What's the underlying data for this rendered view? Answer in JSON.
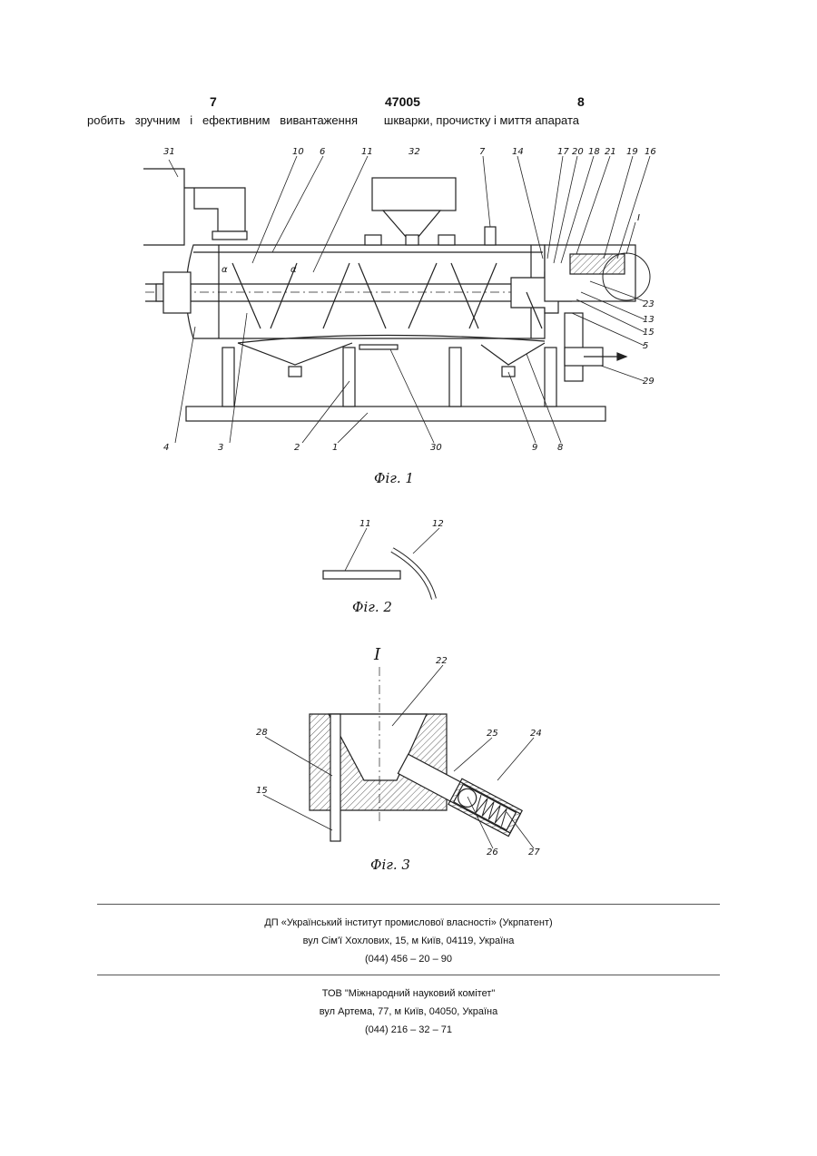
{
  "header": {
    "left_page": "7",
    "patent_no": "47005",
    "right_page": "8",
    "intro_text": "робить   зручним   і   ефективним   вивантаження        шкварки, прочистку і миття апарата"
  },
  "figures": {
    "fig1": {
      "caption": "Фіг. 1",
      "labels": [
        "31",
        "10",
        "6",
        "11",
        "32",
        "7",
        "14",
        "17",
        "20",
        "18",
        "21",
        "19",
        "16",
        "I",
        "23",
        "13",
        "15",
        "5",
        "29",
        "30",
        "9",
        "8",
        "4",
        "3",
        "2",
        "1",
        "α",
        "α"
      ]
    },
    "fig2": {
      "caption": "Фіг. 2",
      "labels": [
        "11",
        "12"
      ]
    },
    "fig3": {
      "caption": "Фіг. 3",
      "title": "I",
      "labels": [
        "22",
        "28",
        "15",
        "25",
        "24",
        "26",
        "27"
      ]
    }
  },
  "footer": {
    "publisher": {
      "name": "ДП «Український інститут промислової власності» (Укрпатент)",
      "address": "вул  Сім'ї Хохлових, 15, м  Київ, 04119, Україна",
      "phone": "(044) 456 – 20 –  90"
    },
    "printer": {
      "name": "ТОВ \"Міжнародний науковий комітет\"",
      "address": "вул  Артема, 77, м  Київ, 04050, Україна",
      "phone": "(044) 216 – 32 – 71"
    }
  }
}
